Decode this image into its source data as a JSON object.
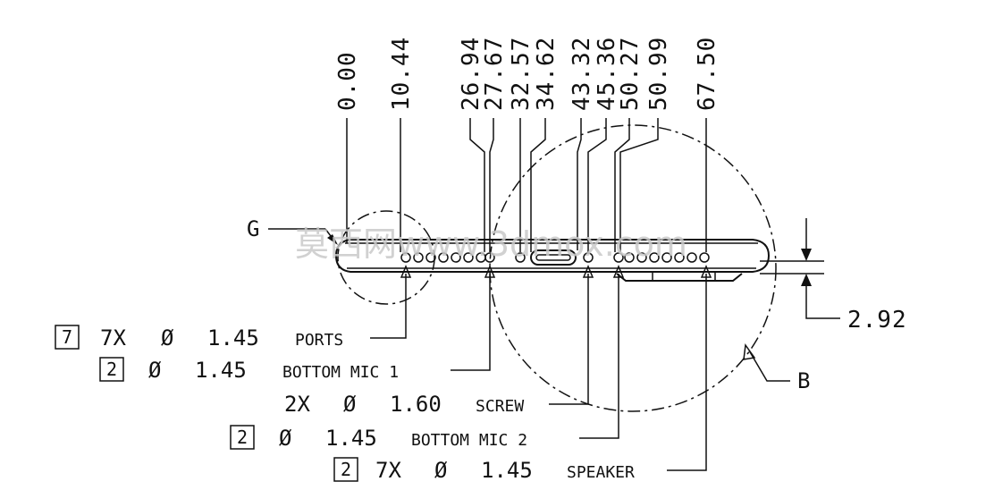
{
  "dimensions": [
    "0.00",
    "10.44",
    "26.94",
    "27.67",
    "32.57",
    "34.62",
    "43.32",
    "45.36",
    "50.27",
    "50.99",
    "67.50"
  ],
  "detail_labels": {
    "g": "G",
    "b": "B"
  },
  "height_dimension": "2.92",
  "callouts": [
    {
      "box": "7",
      "qty": "7X",
      "dia": "Ø",
      "value": "1.45",
      "label": "PORTS"
    },
    {
      "box": "2",
      "qty": "",
      "dia": "Ø",
      "value": "1.45",
      "label": "BOTTOM MIC 1"
    },
    {
      "box": "",
      "qty": "2X",
      "dia": "Ø",
      "value": "1.60",
      "label": "SCREW"
    },
    {
      "box": "2",
      "qty": "",
      "dia": "Ø",
      "value": "1.45",
      "label": "BOTTOM MIC 2"
    },
    {
      "box": "2",
      "qty": "7X",
      "dia": "Ø",
      "value": "1.45",
      "label": "SPEAKER"
    }
  ],
  "watermark": "莫西网www.3dmox.com"
}
